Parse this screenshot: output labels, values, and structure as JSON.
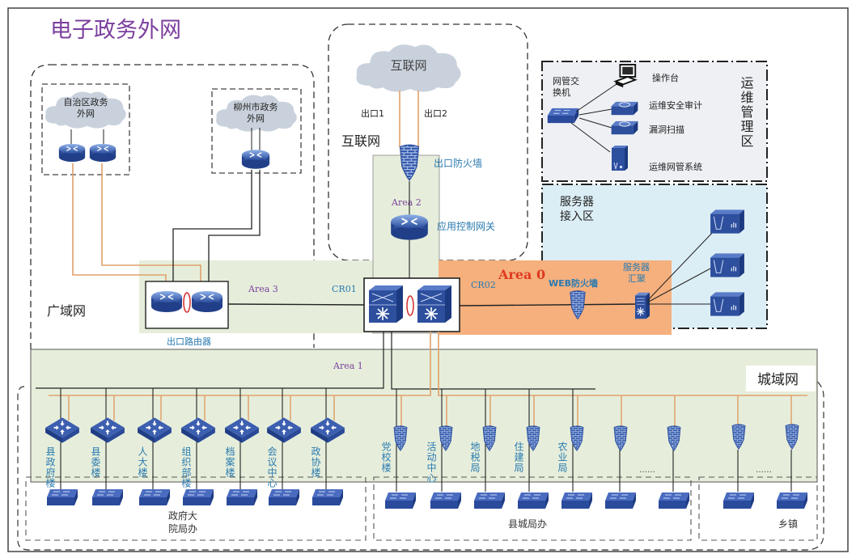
{
  "title": "电子政务外网",
  "colors": {
    "title": "#7b3f9e",
    "device_blue": "#2d4f9e",
    "device_blue_light": "#6b8fd4",
    "link_orange": "#e0a06a",
    "link_black": "#222222",
    "area_green": "#e6eedb",
    "area0_orange": "#f5b07e",
    "server_zone_blue": "#dceef5",
    "ops_zone_gray": "#eef0f4",
    "cloud_gray": "#c9d2dc",
    "label_blue": "#2a7ab0",
    "area_label_purple": "#7b3f9e",
    "area0_label_red": "#e03a1e",
    "ha_ring_red": "#d42a2a"
  },
  "zones": {
    "wan": {
      "label": "广域网"
    },
    "internet": {
      "label": "互联网"
    },
    "ops": {
      "label": "运维管理区"
    },
    "server_access": {
      "label_line1": "服务器",
      "label_line2": "接入区"
    },
    "metro": {
      "label": "城域网"
    },
    "gov_compound": {
      "label_line1": "政府大",
      "label_line2": "院局办"
    },
    "county_bureaus": {
      "label": "县城局办"
    },
    "townships": {
      "label": "乡镇"
    }
  },
  "areas": {
    "area0": "Area 0",
    "area1": "Area 1",
    "area2": "Area 2",
    "area3": "Area 3"
  },
  "clouds": {
    "region": {
      "line1": "自治区政务",
      "line2": "外网"
    },
    "city": {
      "line1": "柳州市政务",
      "line2": "外网"
    },
    "internet": {
      "label": "互联网"
    }
  },
  "links": {
    "exit1": "出口1",
    "exit2": "出口2"
  },
  "devices": {
    "egress_firewall": "出口防火墙",
    "app_gateway": "应用控制网关",
    "egress_router": "出口路由器",
    "cr01": "CR01",
    "cr02": "CR02",
    "web_firewall": "WEB防火墙",
    "server_agg": {
      "line1": "服务器",
      "line2": "汇聚"
    },
    "mgmt_switch": {
      "line1": "网管交",
      "line2": "换机"
    }
  },
  "ops_devices": [
    {
      "label": "操作台",
      "icon": "workstation-icon"
    },
    {
      "label": "运维安全审计",
      "icon": "appliance-icon"
    },
    {
      "label": "漏洞扫描",
      "icon": "appliance-icon"
    },
    {
      "label": "运维网管系统",
      "icon": "server-tower-icon"
    }
  ],
  "servers_count_label": "",
  "gov_buildings": [
    {
      "label": "县政府楼"
    },
    {
      "label": "县委楼"
    },
    {
      "label": "人大楼"
    },
    {
      "label": "组织部楼"
    },
    {
      "label": "档案楼"
    },
    {
      "label": "会议中心"
    },
    {
      "label": "政协楼"
    }
  ],
  "county_units": [
    {
      "label": "党校楼"
    },
    {
      "label": "活动中心"
    },
    {
      "label": "地税局"
    },
    {
      "label": "住建局"
    },
    {
      "label": "农业局"
    },
    {
      "label": "……"
    },
    {
      "label": ""
    }
  ],
  "township_units": [
    {
      "label": ""
    },
    {
      "label": "……"
    }
  ],
  "ellipsis": "……"
}
